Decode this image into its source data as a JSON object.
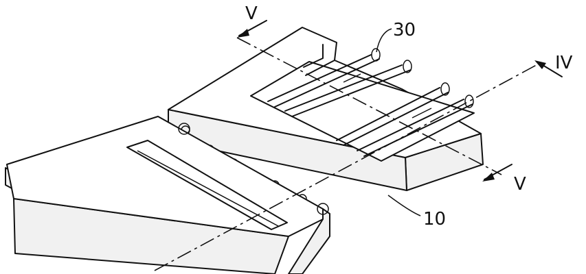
{
  "figure": {
    "labels": {
      "ref_30": "30",
      "ref_10": "10",
      "section_iv": "IV",
      "section_v_top": "V",
      "section_v_bottom": "V"
    },
    "colors": {
      "line": "#111111",
      "background": "#ffffff"
    }
  }
}
